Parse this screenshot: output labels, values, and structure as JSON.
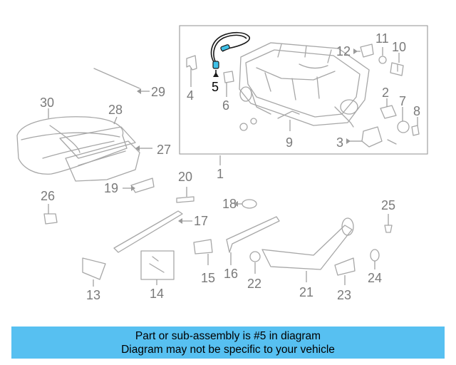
{
  "diagram": {
    "callouts": [
      "1",
      "2",
      "3",
      "4",
      "5",
      "6",
      "7",
      "8",
      "9",
      "10",
      "11",
      "12",
      "13",
      "14",
      "15",
      "16",
      "17",
      "18",
      "19",
      "20",
      "21",
      "22",
      "23",
      "24",
      "25",
      "26",
      "27",
      "28",
      "29",
      "30"
    ],
    "highlighted": "5",
    "highlight_color": "#3fc1e8",
    "line_color": "#a7a7a7"
  },
  "banner": {
    "line1": "Part or sub-assembly is #5 in diagram",
    "line2": "Diagram may not be specific to your vehicle",
    "background": "#57c0f1"
  }
}
